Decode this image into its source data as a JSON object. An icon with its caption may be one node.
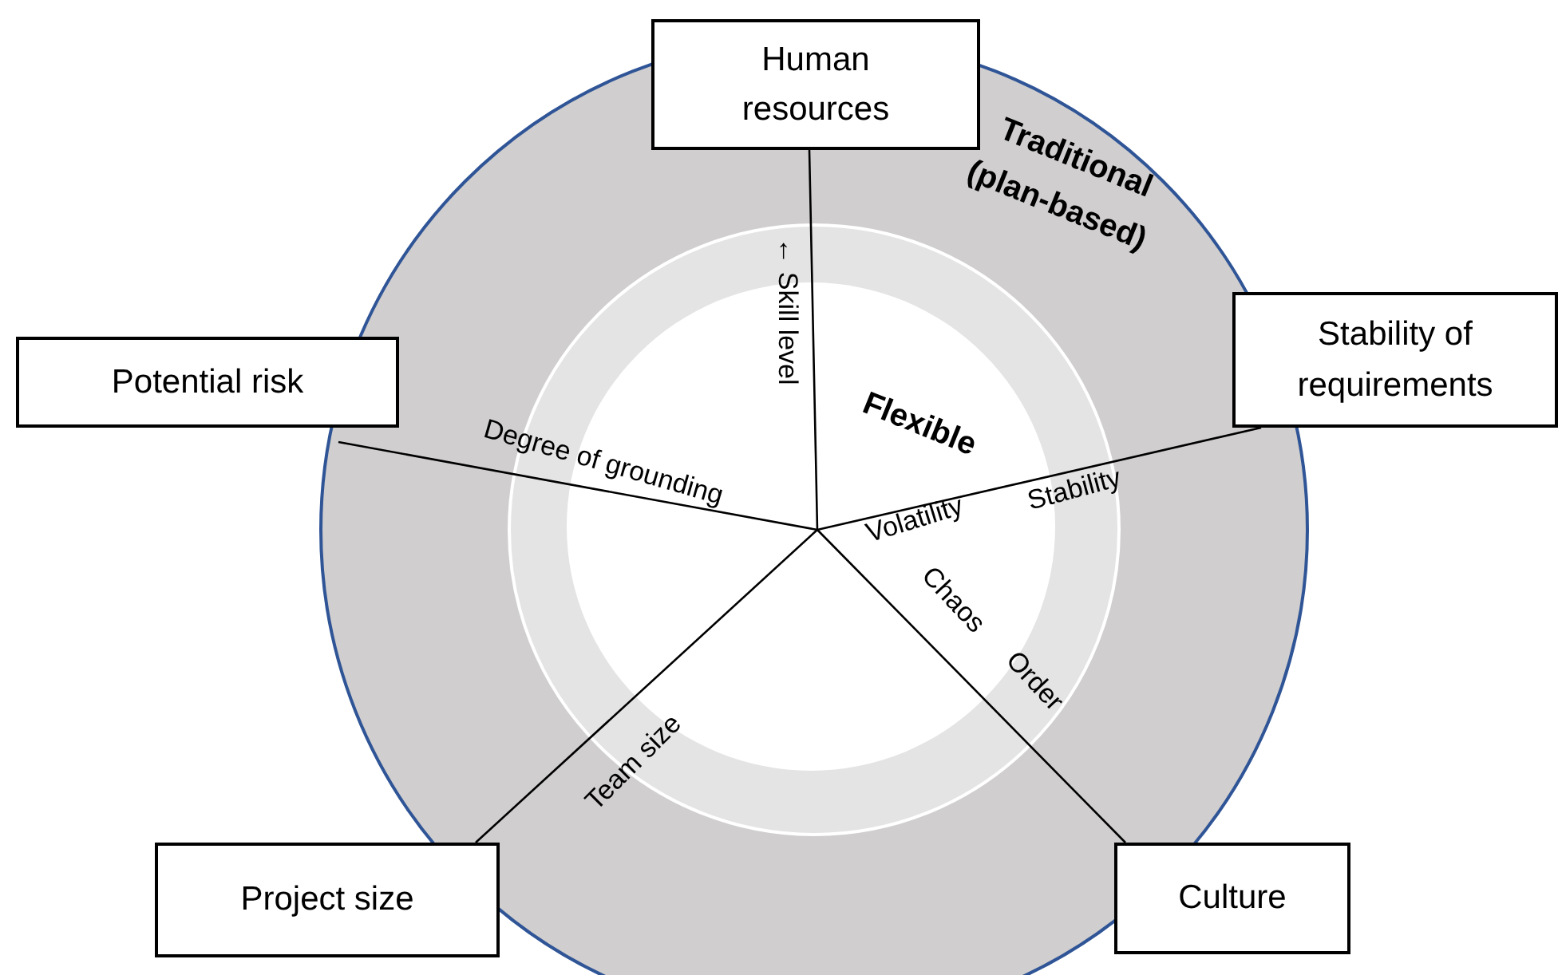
{
  "diagram": {
    "nodes": [
      {
        "text": [
          "Traditional (plan-based)"
        ]
      },
      {
        "text": [],
        "shape": "circle",
        "in": 0
      },
      {
        "text": [
          "Flexible"
        ],
        "in": 1
      },
      {
        "text": [
          "Human resources"
        ]
      },
      {
        "text": [
          "Stability of requirements"
        ]
      },
      {
        "text": [
          "Potential risk"
        ]
      },
      {
        "text": [
          "Project size"
        ]
      },
      {
        "text": [
          "Culture"
        ]
      }
    ],
    "edges": [
      {
        "from": 2,
        "to": 3,
        "arrow": "none"
      },
      {
        "from": 2,
        "to": 4,
        "arrow": "none"
      },
      {
        "from": 2,
        "to": 7,
        "arrow": "none"
      },
      {
        "from": 2,
        "to": 6,
        "arrow": "none"
      },
      {
        "from": 2,
        "to": 5,
        "arrow": "none"
      }
    ],
    "labels": [
      "← Skill level",
      "Degree of grounding",
      "Volatility",
      "Stability",
      "Chaos",
      "Order",
      "Team size"
    ]
  }
}
